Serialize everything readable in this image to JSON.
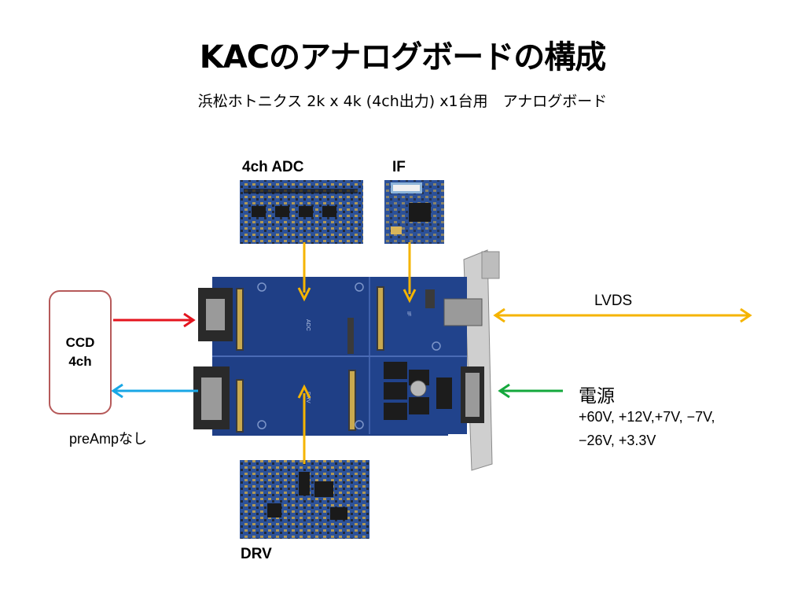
{
  "title": "KACのアナログボードの構成",
  "subtitle": "浜松ホトニクス 2k x 4k (4ch出力) x1台用　アナログボード",
  "labels": {
    "adc": "4ch ADC",
    "if": "IF",
    "drv": "DRV",
    "lvds": "LVDS",
    "power_title": "電源",
    "power_line1": "+60V, +12V,+7V, −7V,",
    "power_line2": "−26V, +3.3V",
    "ccd_line1": "CCD",
    "ccd_line2": "4ch",
    "preamp": "preAmpなし"
  },
  "board_silkscreen": {
    "adc": "ADC",
    "if": "IF",
    "drv": "DRV"
  },
  "colors": {
    "board": "#1f3f86",
    "arrow_orange": "#f5b400",
    "arrow_red": "#e4141e",
    "arrow_blue": "#19a7e6",
    "arrow_green": "#14a83c",
    "ccd_border": "#b65a5a"
  }
}
